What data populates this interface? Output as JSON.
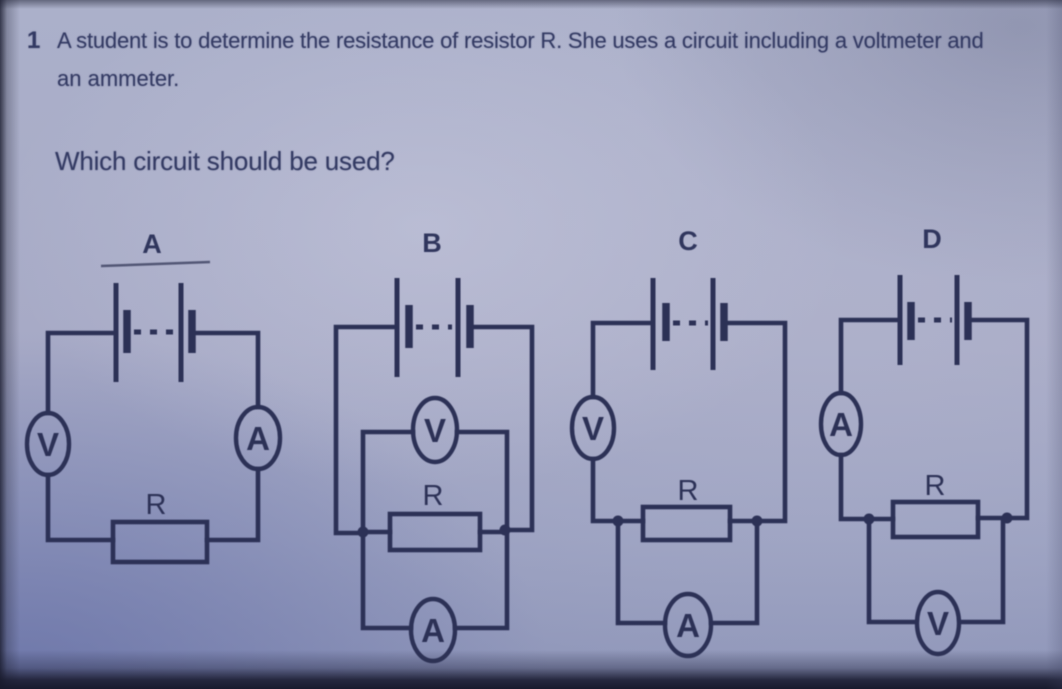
{
  "question": {
    "number": "1",
    "text_line1": "A student is to determine the resistance of resistor R. She uses a circuit including a voltmeter and",
    "text_line2": "an ammeter.",
    "prompt": "Which circuit should be used?"
  },
  "colors": {
    "ink": "#2c3156",
    "paper": "#a7aac6",
    "photo_shadow": "#181a2d"
  },
  "circuits": [
    {
      "label": "A",
      "resistor_label": "R",
      "meters": [
        {
          "label": "V",
          "position": "left-series"
        },
        {
          "label": "A",
          "position": "right-series"
        }
      ],
      "structure": "battery at top; voltmeter, ammeter and resistor all in series in one loop"
    },
    {
      "label": "B",
      "resistor_label": "R",
      "meters": [
        {
          "label": "V",
          "position": "parallel-above-resistor"
        },
        {
          "label": "A",
          "position": "parallel-below-resistor"
        }
      ],
      "structure": "battery at top; voltmeter, resistor and ammeter all connected in parallel"
    },
    {
      "label": "C",
      "resistor_label": "R",
      "meters": [
        {
          "label": "V",
          "position": "left-series"
        },
        {
          "label": "A",
          "position": "parallel-below-resistor"
        }
      ],
      "structure": "battery at top; voltmeter in series, ammeter in parallel with resistor"
    },
    {
      "label": "D",
      "resistor_label": "R",
      "meters": [
        {
          "label": "A",
          "position": "left-series"
        },
        {
          "label": "V",
          "position": "parallel-below-resistor"
        }
      ],
      "structure": "battery at top; ammeter in series, voltmeter in parallel with resistor"
    }
  ]
}
